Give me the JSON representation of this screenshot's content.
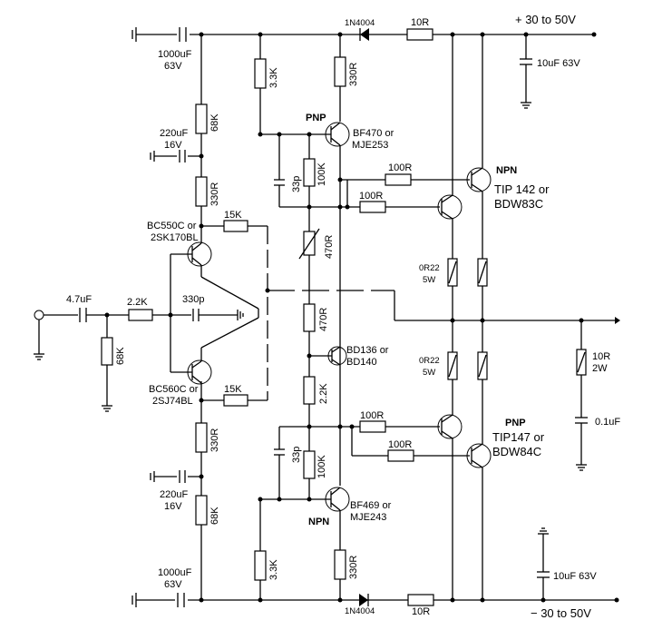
{
  "supply": {
    "positive": "+ 30 to 50V",
    "negative": "− 30 to 50V"
  },
  "input": {
    "coupling_cap": "4.7uF",
    "series_res": "2.2K",
    "bypass_cap": "330p",
    "shunt_res": "68K"
  },
  "decoupling": {
    "top_cap": "1000uF",
    "top_cap_v": "63V",
    "top_mid_cap": "220uF",
    "top_mid_cap_v": "16V",
    "top_res1": "68K",
    "top_res2": "330R",
    "bot_cap": "1000uF",
    "bot_cap_v": "63V",
    "bot_mid_cap": "220uF",
    "bot_mid_cap_v": "16V",
    "bot_res1": "330R",
    "bot_res2": "68K"
  },
  "input_transistors": {
    "top_name": "BC550C or",
    "top_alt": "2SK170BL",
    "bot_name": "BC560C or",
    "bot_alt": "2SJ74BL",
    "fb_top": "15K",
    "fb_bot": "15K"
  },
  "driver_stage": {
    "r_top_33k": "3.3K",
    "r_bot_33k": "3.3K",
    "r_top_330": "330R",
    "r_bot_330": "330R",
    "pnp_label": "PNP",
    "pnp_name": "BF470 or",
    "pnp_alt": "MJE253",
    "npn_label": "NPN",
    "npn_name": "BF469 or",
    "npn_alt": "MJE243",
    "cap_top": "33p",
    "cap_bot": "33p",
    "r_100k_top": "100K",
    "r_100k_bot": "100K",
    "bias_pot": "470R",
    "bias_res": "470R",
    "vbe_name": "BD136 or",
    "vbe_alt": "BD140",
    "r_22k": "2.2K"
  },
  "rails": {
    "diode_top": "1N4004",
    "diode_bot": "1N4004",
    "res_top": "10R",
    "res_bot": "10R",
    "cap_top": "10uF 63V",
    "cap_bot": "10uF 63V"
  },
  "output_stage": {
    "npn_label": "NPN",
    "npn_name": "TIP 142 or",
    "npn_alt": "BDW83C",
    "pnp_label": "PNP",
    "pnp_name": "TIP147 or",
    "pnp_alt": "BDW84C",
    "r_base_1": "100R",
    "r_base_2": "100R",
    "r_base_3": "100R",
    "r_base_4": "100R",
    "emitter_top": "0R22",
    "emitter_top_w": "5W",
    "emitter_bot": "0R22",
    "emitter_bot_w": "5W"
  },
  "zobel": {
    "res": "10R",
    "res_w": "2W",
    "cap": "0.1uF"
  }
}
